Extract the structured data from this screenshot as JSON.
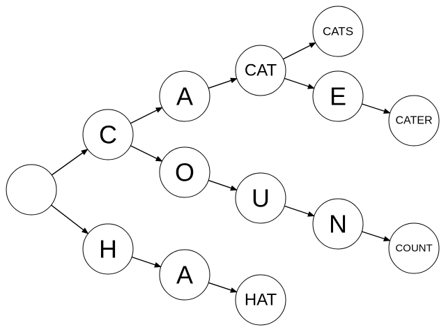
{
  "diagram": {
    "nodes": [
      {
        "id": "root",
        "label": ""
      },
      {
        "id": "c",
        "label": "C"
      },
      {
        "id": "h",
        "label": "H"
      },
      {
        "id": "ca",
        "label": "A"
      },
      {
        "id": "co",
        "label": "O"
      },
      {
        "id": "ha",
        "label": "A"
      },
      {
        "id": "cat",
        "label": "CAT"
      },
      {
        "id": "cou",
        "label": "U"
      },
      {
        "id": "hat",
        "label": "HAT"
      },
      {
        "id": "cats",
        "label": "CATS"
      },
      {
        "id": "cate",
        "label": "E"
      },
      {
        "id": "coun",
        "label": "N"
      },
      {
        "id": "cater",
        "label": "CATER"
      },
      {
        "id": "count",
        "label": "COUNT"
      }
    ],
    "edges": [
      {
        "from": "root",
        "to": "c"
      },
      {
        "from": "root",
        "to": "h"
      },
      {
        "from": "c",
        "to": "ca"
      },
      {
        "from": "c",
        "to": "co"
      },
      {
        "from": "h",
        "to": "ha"
      },
      {
        "from": "ca",
        "to": "cat"
      },
      {
        "from": "co",
        "to": "cou"
      },
      {
        "from": "ha",
        "to": "hat"
      },
      {
        "from": "cat",
        "to": "cats"
      },
      {
        "from": "cat",
        "to": "cate"
      },
      {
        "from": "cou",
        "to": "coun"
      },
      {
        "from": "cate",
        "to": "cater"
      },
      {
        "from": "coun",
        "to": "count"
      }
    ]
  }
}
